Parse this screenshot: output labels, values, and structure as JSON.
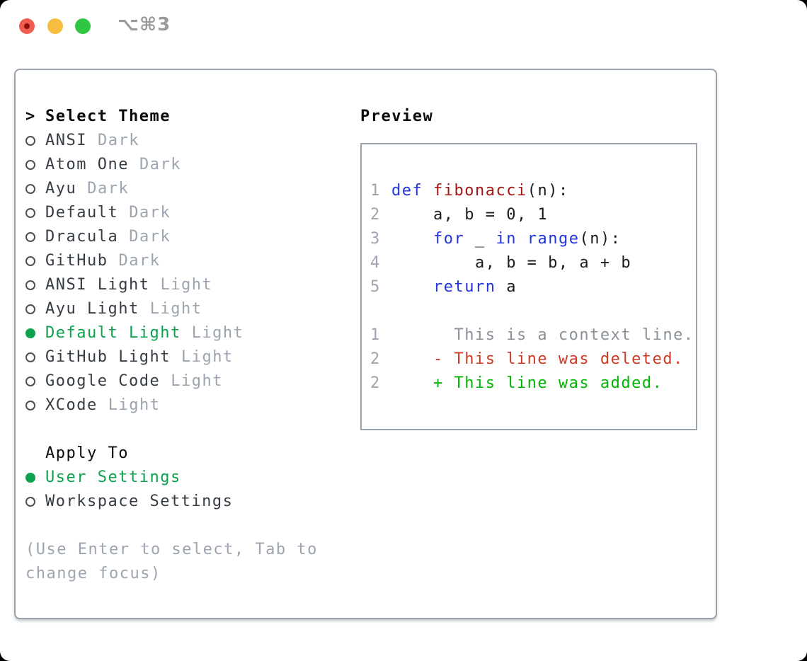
{
  "window": {
    "shortcut": "⌥⌘3"
  },
  "colors": {
    "selection_green": "#0aa24c",
    "added_green": "#00b600",
    "deleted_red": "#cb3a27",
    "keyword_blue": "#2134dd",
    "function_red": "#a31515",
    "muted_gray": "#9ba4af",
    "border_gray": "#9aa3ad",
    "traffic_red": "#f05c50",
    "traffic_yellow": "#f7bd40",
    "traffic_green": "#2ec643"
  },
  "theme_list": {
    "cursor": ">",
    "title": "Select Theme",
    "items": [
      {
        "name": "ANSI",
        "variant": "Dark",
        "selected": false
      },
      {
        "name": "Atom One",
        "variant": "Dark",
        "selected": false
      },
      {
        "name": "Ayu",
        "variant": "Dark",
        "selected": false
      },
      {
        "name": "Default",
        "variant": "Dark",
        "selected": false
      },
      {
        "name": "Dracula",
        "variant": "Dark",
        "selected": false
      },
      {
        "name": "GitHub",
        "variant": "Dark",
        "selected": false
      },
      {
        "name": "ANSI Light",
        "variant": "Light",
        "selected": false
      },
      {
        "name": "Ayu Light",
        "variant": "Light",
        "selected": false
      },
      {
        "name": "Default Light",
        "variant": "Light",
        "selected": true
      },
      {
        "name": "GitHub Light",
        "variant": "Light",
        "selected": false
      },
      {
        "name": "Google Code",
        "variant": "Light",
        "selected": false
      },
      {
        "name": "XCode",
        "variant": "Light",
        "selected": false
      }
    ]
  },
  "apply_to": {
    "title": "Apply To",
    "options": [
      {
        "label": "User Settings",
        "selected": true
      },
      {
        "label": "Workspace Settings",
        "selected": false
      }
    ]
  },
  "hint": {
    "line1": "(Use Enter to select, Tab to",
    "line2": "change focus)"
  },
  "preview": {
    "title": "Preview",
    "code_lines": [
      {
        "num": "1",
        "segs": [
          "def ",
          "fibonacci",
          "(n):"
        ]
      },
      {
        "num": "2",
        "segs": [
          "    a, b = 0, 1"
        ]
      },
      {
        "num": "3",
        "segs": [
          "    ",
          "for",
          " _ ",
          "in",
          " ",
          "range",
          "(n):"
        ]
      },
      {
        "num": "4",
        "segs": [
          "        a, b = b, a + b"
        ]
      },
      {
        "num": "5",
        "segs": [
          "    ",
          "return",
          " a"
        ]
      }
    ],
    "diff_lines": [
      {
        "num": "1",
        "text": "      This is a context line."
      },
      {
        "num": "2",
        "text": "    - This line was deleted."
      },
      {
        "num": "2",
        "text": "    + This line was added."
      }
    ]
  }
}
